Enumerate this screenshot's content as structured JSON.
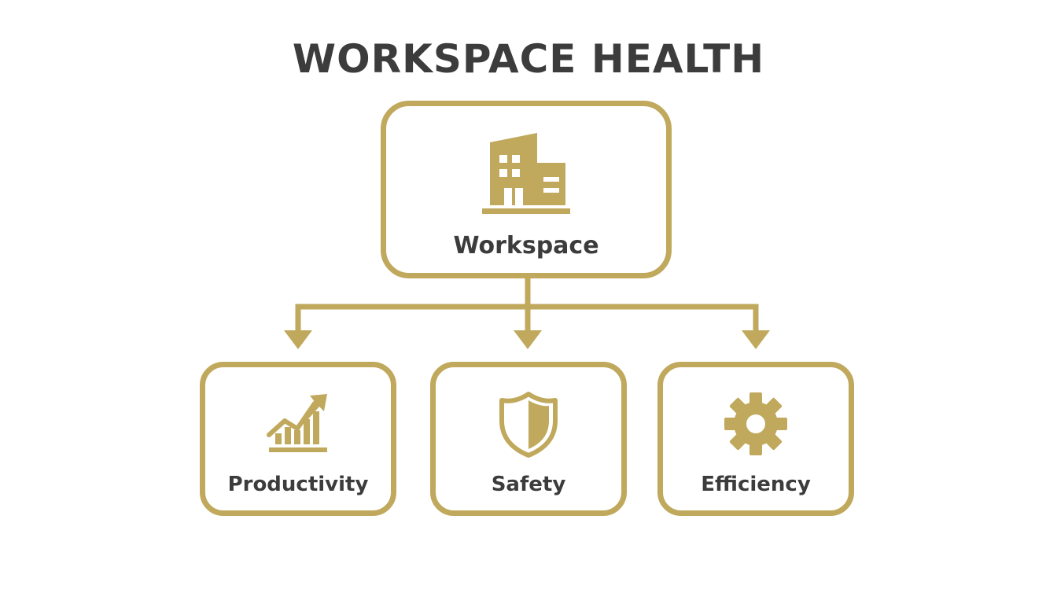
{
  "title": "WORKSPACE HEALTH",
  "colors": {
    "accent": "#c0a95c",
    "text": "#3c3c3c",
    "background": "#ffffff"
  },
  "root": {
    "label": "Workspace",
    "icon": "office-building-icon"
  },
  "children": [
    {
      "label": "Productivity",
      "icon": "growth-chart-icon"
    },
    {
      "label": "Safety",
      "icon": "shield-icon"
    },
    {
      "label": "Efficiency",
      "icon": "gear-icon"
    }
  ]
}
